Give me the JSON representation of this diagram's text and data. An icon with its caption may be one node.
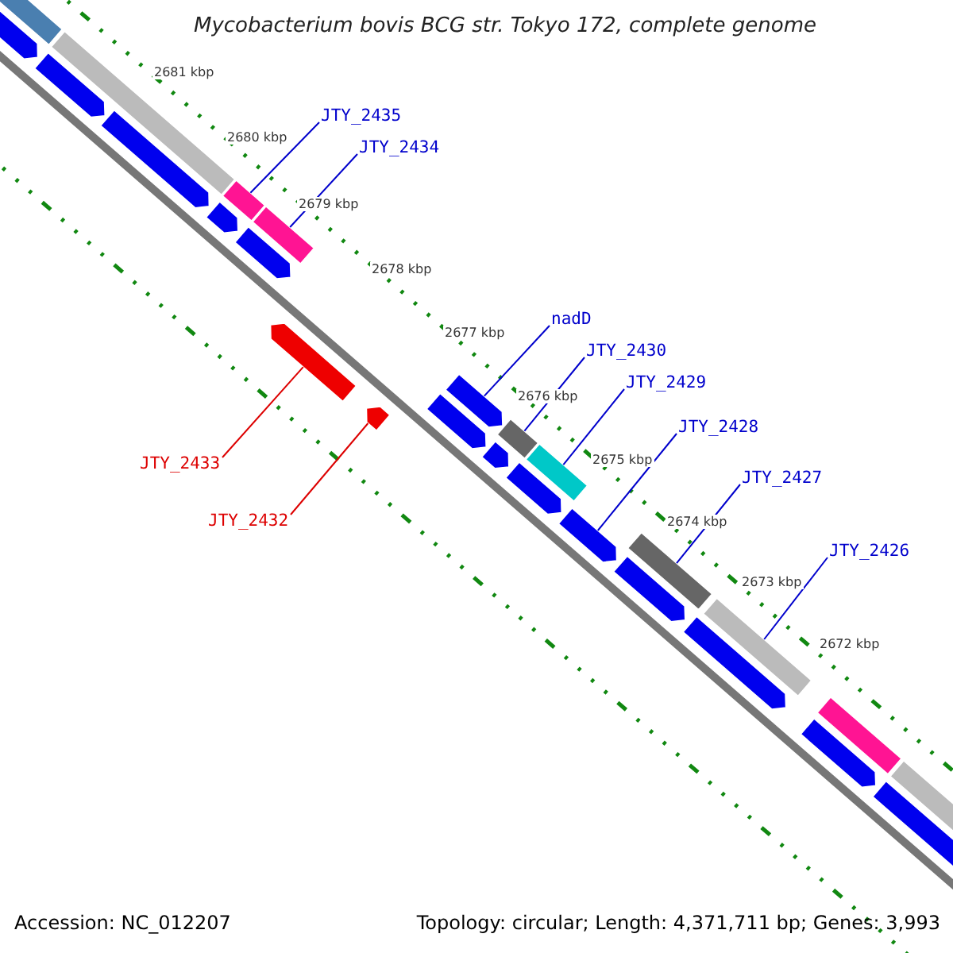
{
  "diagram": {
    "title": "Mycobacterium bovis BCG str. Tokyo 172, complete genome",
    "nodes": [
      {
        "text": [
          "JTY_2435"
        ]
      },
      {
        "text": [
          "JTY_2434"
        ]
      },
      {
        "text": [
          "nadD"
        ]
      },
      {
        "text": [
          "JTY_2430"
        ]
      },
      {
        "text": [
          "JTY_2429"
        ]
      },
      {
        "text": [
          "JTY_2428"
        ]
      },
      {
        "text": [
          "JTY_2427"
        ]
      },
      {
        "text": [
          "JTY_2426"
        ]
      },
      {
        "text": [
          "JTY_2433"
        ]
      },
      {
        "text": [
          "JTY_2432"
        ]
      },
      {
        "text": [],
        "shape": "bar"
      },
      {
        "text": [],
        "shape": "bar"
      },
      {
        "text": [],
        "shape": "bar"
      },
      {
        "text": [],
        "shape": "bar"
      },
      {
        "text": [],
        "shape": "bar"
      },
      {
        "text": [],
        "shape": "bar"
      },
      {
        "text": [],
        "shape": "bar"
      },
      {
        "text": [],
        "shape": "bar"
      },
      {
        "text": [],
        "shape": "bar"
      },
      {
        "text": [],
        "shape": "bar"
      }
    ],
    "edges": [
      {
        "from": 0,
        "to": 10,
        "arrow": "none"
      },
      {
        "from": 1,
        "to": 11,
        "arrow": "none"
      },
      {
        "from": 2,
        "to": 12,
        "arrow": "none"
      },
      {
        "from": 3,
        "to": 13,
        "arrow": "none"
      },
      {
        "from": 4,
        "to": 14,
        "arrow": "none"
      },
      {
        "from": 5,
        "to": 15,
        "arrow": "none"
      },
      {
        "from": 6,
        "to": 16,
        "arrow": "none"
      },
      {
        "from": 7,
        "to": 17,
        "arrow": "none"
      },
      {
        "from": 8,
        "to": 18,
        "arrow": "none",
        "color": "#dd0000"
      },
      {
        "from": 9,
        "to": 19,
        "arrow": "none",
        "color": "#dd0000"
      }
    ],
    "labels": [
      "2681 kbp",
      "2680 kbp",
      "2679 kbp",
      "2678 kbp",
      "2677 kbp",
      "2676 kbp",
      "2675 kbp",
      "2674 kbp",
      "2673 kbp",
      "2672 kbp",
      "Accession: NC_012207",
      "Topology: circular; Length: 4,371,711 bp; Genes: 3,993"
    ]
  }
}
